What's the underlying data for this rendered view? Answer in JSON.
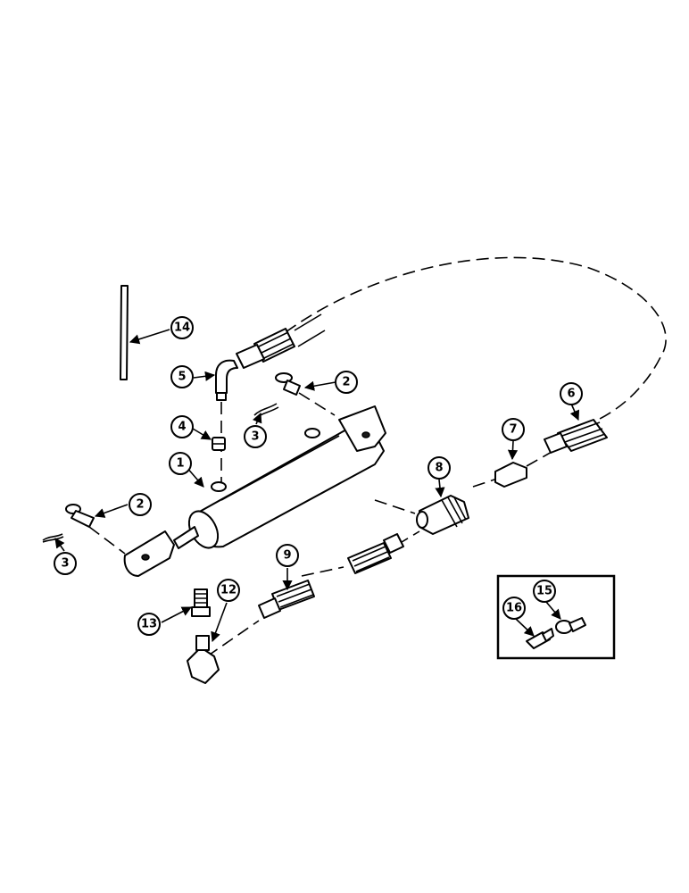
{
  "callouts": [
    "1",
    "2",
    "2",
    "3",
    "3",
    "4",
    "5",
    "6",
    "7",
    "8",
    "9",
    "12",
    "13",
    "14",
    "15",
    "16"
  ]
}
